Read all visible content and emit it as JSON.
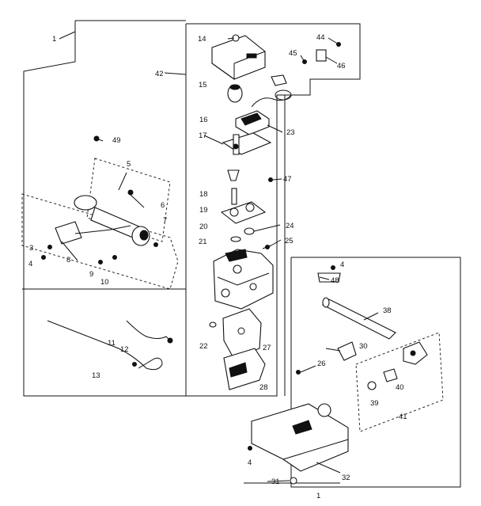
{
  "diagram": {
    "callouts": {
      "c1": "1",
      "c3": "3",
      "c4a": "4",
      "c4b": "4",
      "c4c": "4",
      "c5": "5",
      "c6": "6",
      "c7": "7",
      "c8": "8",
      "c9": "9",
      "c10": "10",
      "c11": "11",
      "c12": "12",
      "c13": "13",
      "c14": "14",
      "c15": "15",
      "c16": "16",
      "c17": "17",
      "c18": "18",
      "c19": "19",
      "c20": "20",
      "c21": "21",
      "c22": "22",
      "c23": "23",
      "c24": "24",
      "c25": "25",
      "c26": "26",
      "c27": "27",
      "c28": "28",
      "c30": "30",
      "c31": "31",
      "c32": "32",
      "c38": "38",
      "c39": "39",
      "c40": "40",
      "c41": "41",
      "c42": "42",
      "c44": "44",
      "c45": "45",
      "c46": "46",
      "c47": "47",
      "c48": "48",
      "c49": "49",
      "c1b": "1"
    }
  }
}
